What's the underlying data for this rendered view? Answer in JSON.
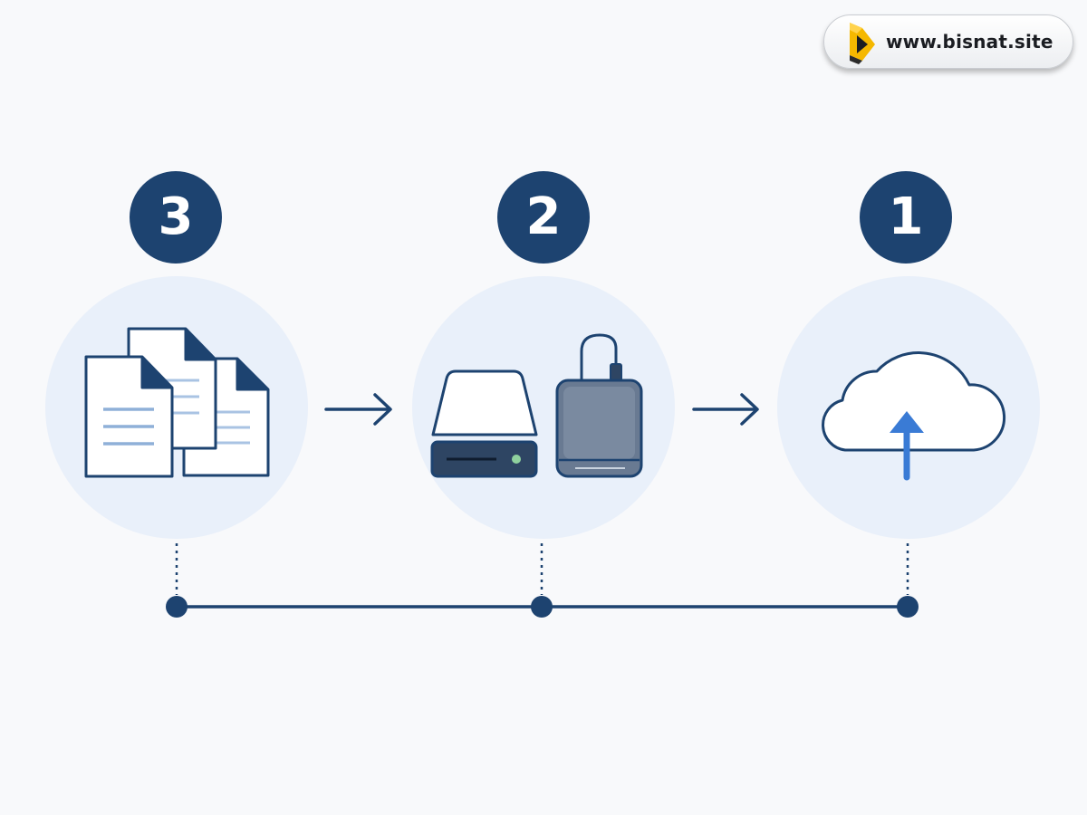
{
  "brand": {
    "url": "www.bisnat.site",
    "logo_icon": "bisnat-logo-icon",
    "logo_color": "#f5b800"
  },
  "steps": [
    {
      "number": "3",
      "icon": "documents-icon"
    },
    {
      "number": "2",
      "icon": "external-drives-icon"
    },
    {
      "number": "1",
      "icon": "cloud-upload-icon"
    }
  ],
  "connectors": [
    "arrow-right-icon",
    "arrow-right-icon"
  ],
  "colors": {
    "navy": "#1d4370",
    "circle_fill": "#e9f0fa",
    "background": "#f8f9fb",
    "upload_arrow": "#3a7bd5",
    "drive_led": "#8fd19e"
  }
}
